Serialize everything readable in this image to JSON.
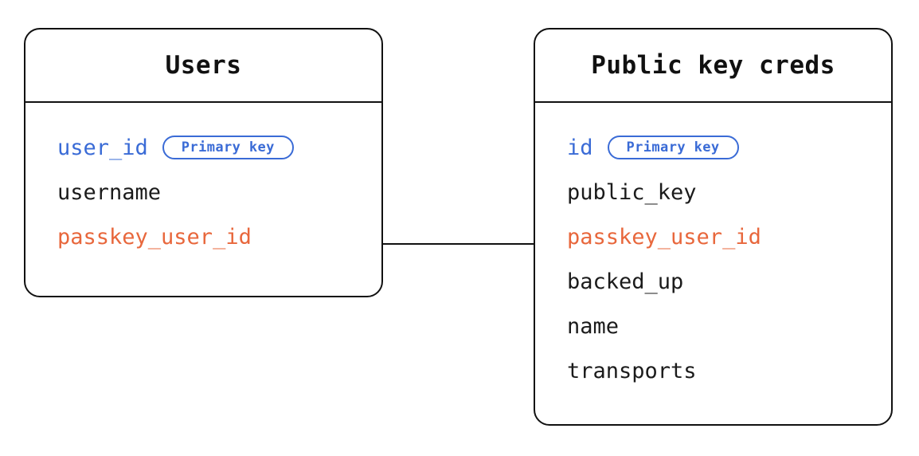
{
  "diagram": {
    "type": "entity-relationship",
    "background": "#ffffff",
    "colors": {
      "border": "#111111",
      "text": "#1b1b1b",
      "primary_key": "#3a6bd6",
      "foreign_key": "#e8673c",
      "connector": "#111111"
    },
    "entities": [
      {
        "id": "users",
        "title": "Users",
        "fields": [
          {
            "name": "user_id",
            "role": "key",
            "badge": "Primary key"
          },
          {
            "name": "username",
            "role": "plain",
            "badge": null
          },
          {
            "name": "passkey_user_id",
            "role": "fk",
            "badge": null
          }
        ]
      },
      {
        "id": "public_key_creds",
        "title": "Public key creds",
        "fields": [
          {
            "name": "id",
            "role": "key",
            "badge": "Primary key"
          },
          {
            "name": "public_key",
            "role": "plain",
            "badge": null
          },
          {
            "name": "passkey_user_id",
            "role": "fk",
            "badge": null
          },
          {
            "name": "backed_up",
            "role": "plain",
            "badge": null
          },
          {
            "name": "name",
            "role": "plain",
            "badge": null
          },
          {
            "name": "transports",
            "role": "plain",
            "badge": null
          }
        ]
      }
    ],
    "relationships": [
      {
        "from": "users.passkey_user_id",
        "to": "public_key_creds.passkey_user_id",
        "style": "solid-line"
      }
    ]
  }
}
